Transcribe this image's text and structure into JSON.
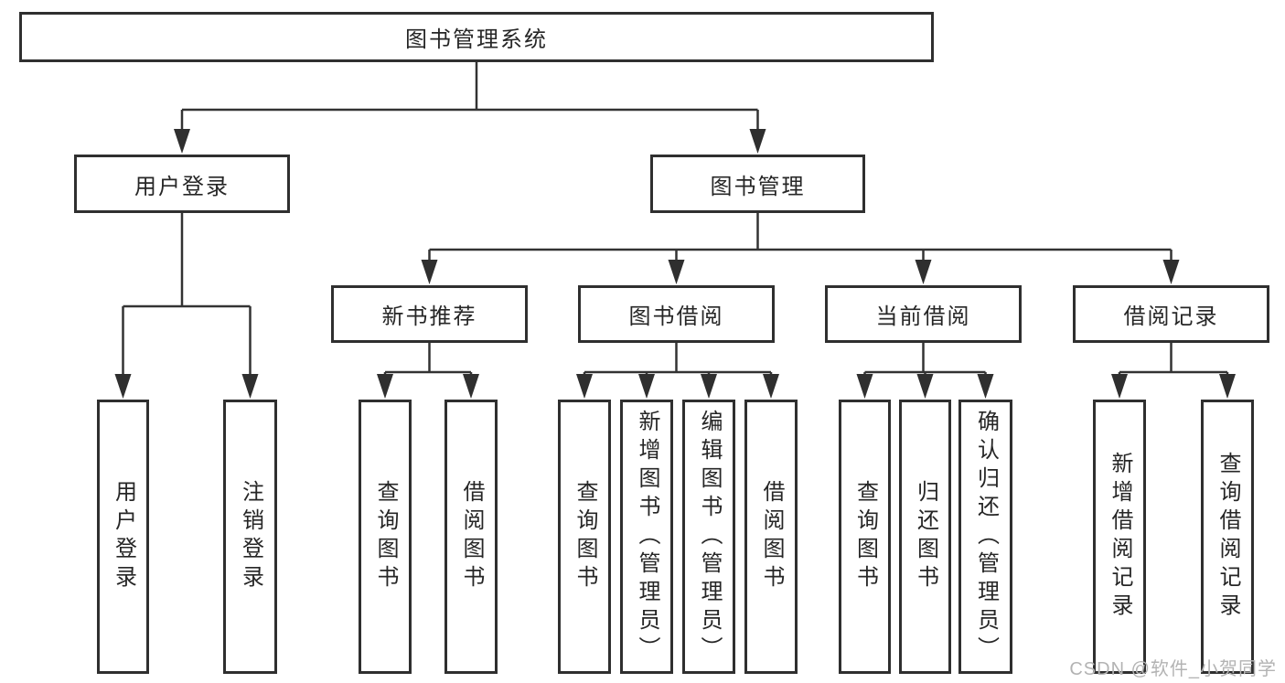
{
  "diagram_type": "hierarchy-tree",
  "tree": {
    "label": "图书管理系统",
    "children": [
      {
        "label": "用户登录",
        "children": [
          {
            "label": "用户登录"
          },
          {
            "label": "注销登录"
          }
        ]
      },
      {
        "label": "图书管理",
        "children": [
          {
            "label": "新书推荐",
            "children": [
              {
                "label": "查询图书"
              },
              {
                "label": "借阅图书"
              }
            ]
          },
          {
            "label": "图书借阅",
            "children": [
              {
                "label": "查询图书"
              },
              {
                "label": "新增图书（管理员）"
              },
              {
                "label": "编辑图书（管理员）"
              },
              {
                "label": "借阅图书"
              }
            ]
          },
          {
            "label": "当前借阅",
            "children": [
              {
                "label": "查询图书"
              },
              {
                "label": "归还图书"
              },
              {
                "label": "确认归还（管理员）"
              }
            ]
          },
          {
            "label": "借阅记录",
            "children": [
              {
                "label": "新增借阅记录"
              },
              {
                "label": "查询借阅记录"
              }
            ]
          }
        ]
      }
    ]
  },
  "watermark": {
    "text": "CSDN @软件_小贺同学",
    "color": "#b3b3b3"
  },
  "colors": {
    "line": "#333333",
    "box_border": "#2f2f2f",
    "box_fill": "#ffffff",
    "text": "#262626",
    "background": "#ffffff"
  }
}
